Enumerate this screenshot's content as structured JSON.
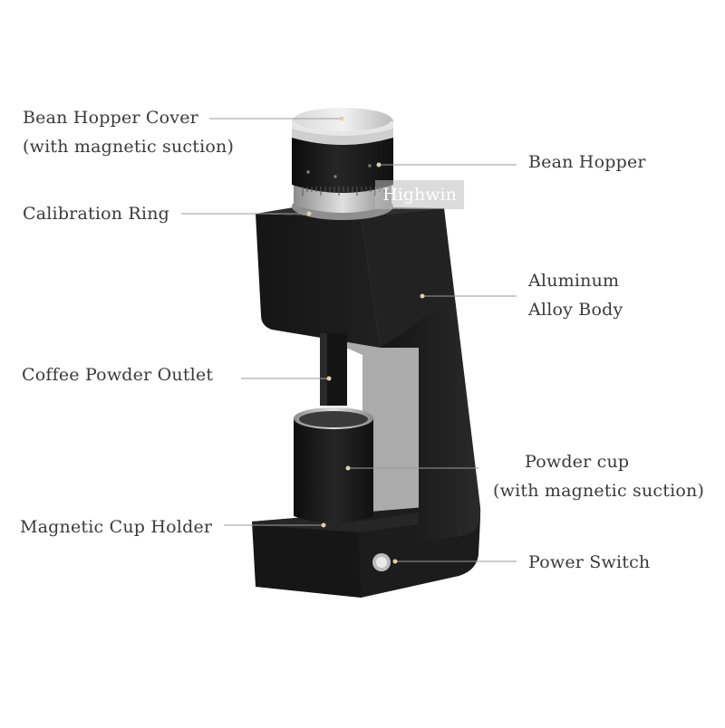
{
  "watermark": "Highwin",
  "colors": {
    "body": "#1b1b1b",
    "leader_line": "#9a9a9a",
    "leader_dot": "#e3cfa6",
    "label_text": "#3a3a3a"
  },
  "labels": {
    "bean_hopper_cover": [
      "Bean Hopper Cover",
      "(with magnetic suction)"
    ],
    "calibration_ring": [
      "Calibration Ring"
    ],
    "coffee_powder_outlet": [
      "Coffee Powder Outlet"
    ],
    "magnetic_cup_holder": [
      "Magnetic Cup Holder"
    ],
    "bean_hopper": [
      "Bean Hopper"
    ],
    "aluminum_alloy_body": [
      "Aluminum",
      "Alloy Body"
    ],
    "powder_cup": [
      "Powder cup",
      "(with magnetic suction)"
    ],
    "power_switch": [
      "Power Switch"
    ]
  }
}
